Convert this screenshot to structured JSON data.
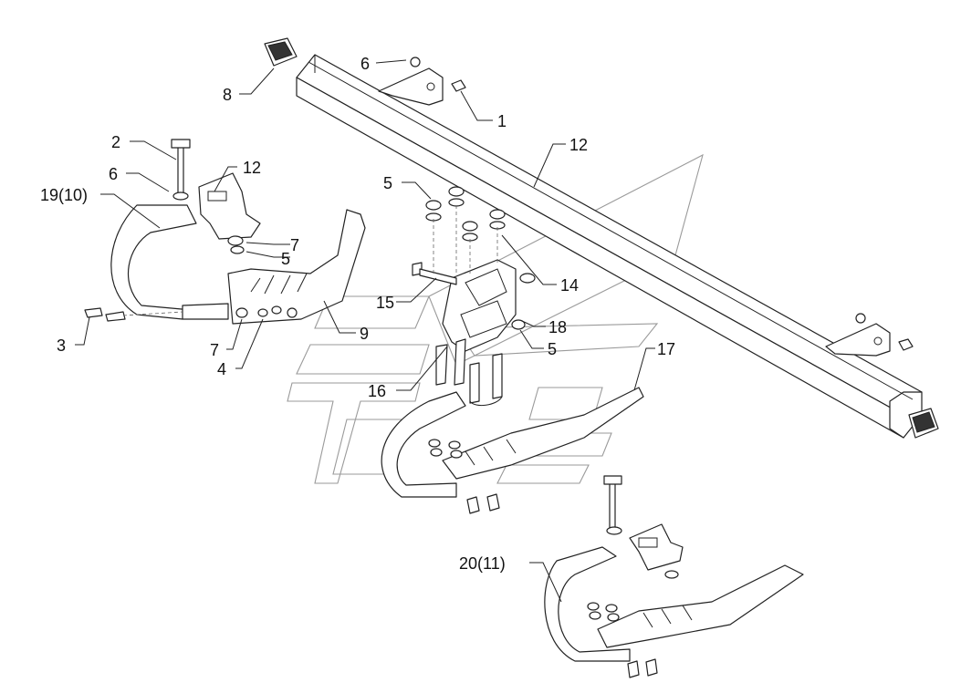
{
  "callouts": [
    {
      "id": "c1",
      "text": "1"
    },
    {
      "id": "c2",
      "text": "2"
    },
    {
      "id": "c3",
      "text": "3"
    },
    {
      "id": "c4",
      "text": "4"
    },
    {
      "id": "c5a",
      "text": "5"
    },
    {
      "id": "c5b",
      "text": "5"
    },
    {
      "id": "c5c",
      "text": "5"
    },
    {
      "id": "c6a",
      "text": "6"
    },
    {
      "id": "c6b",
      "text": "6"
    },
    {
      "id": "c7a",
      "text": "7"
    },
    {
      "id": "c7b",
      "text": "7"
    },
    {
      "id": "c8",
      "text": "8"
    },
    {
      "id": "c9",
      "text": "9"
    },
    {
      "id": "c12a",
      "text": "12"
    },
    {
      "id": "c12b",
      "text": "12"
    },
    {
      "id": "c14",
      "text": "14"
    },
    {
      "id": "c15",
      "text": "15"
    },
    {
      "id": "c16",
      "text": "16"
    },
    {
      "id": "c17",
      "text": "17"
    },
    {
      "id": "c18",
      "text": "18"
    },
    {
      "id": "c19",
      "text": "19(10)"
    },
    {
      "id": "c20",
      "text": "20(11)"
    }
  ]
}
